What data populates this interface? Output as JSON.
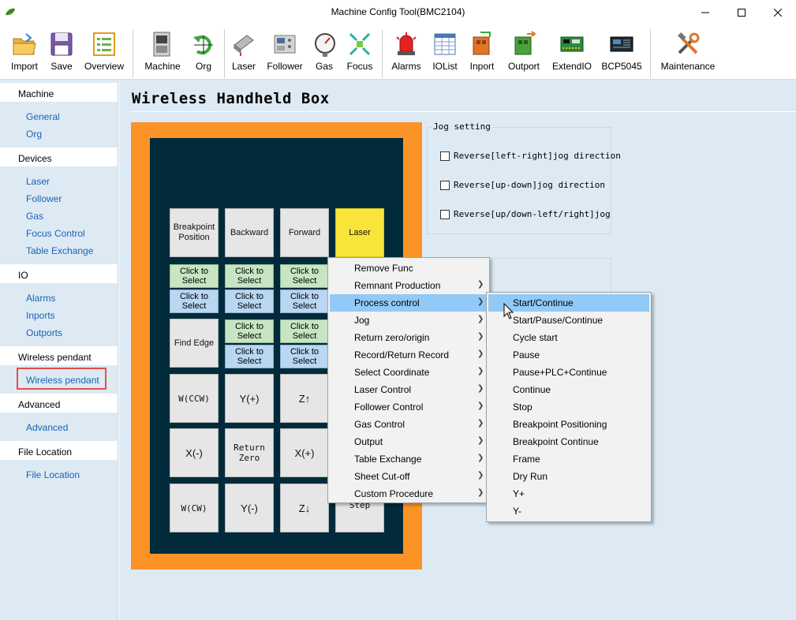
{
  "window": {
    "title": "Machine Config Tool(BMC2104)"
  },
  "toolbar": {
    "items": [
      {
        "label": "Import",
        "icon": "import-folder-icon"
      },
      {
        "label": "Save",
        "icon": "save-disk-icon"
      },
      {
        "label": "Overview",
        "icon": "overview-list-icon"
      },
      {
        "label": "Machine",
        "icon": "machine-icon"
      },
      {
        "label": "Org",
        "icon": "org-return-icon"
      },
      {
        "label": "Laser",
        "icon": "laser-icon"
      },
      {
        "label": "Follower",
        "icon": "follower-icon"
      },
      {
        "label": "Gas",
        "icon": "gas-gauge-icon"
      },
      {
        "label": "Focus",
        "icon": "focus-icon"
      },
      {
        "label": "Alarms",
        "icon": "alarm-light-icon"
      },
      {
        "label": "IOList",
        "icon": "iolist-table-icon"
      },
      {
        "label": "Inport",
        "icon": "inport-icon"
      },
      {
        "label": "Outport",
        "icon": "outport-icon"
      },
      {
        "label": "ExtendIO",
        "icon": "extendio-board-icon"
      },
      {
        "label": "BCP5045",
        "icon": "bcp5045-device-icon"
      },
      {
        "label": "Maintenance",
        "icon": "maintenance-tools-icon"
      }
    ]
  },
  "sidebar": {
    "sections": [
      {
        "title": "Machine",
        "items": [
          "General",
          "Org"
        ]
      },
      {
        "title": "Devices",
        "items": [
          "Laser",
          "Follower",
          "Gas",
          "Focus Control",
          "Table Exchange"
        ]
      },
      {
        "title": "IO",
        "items": [
          "Alarms",
          "Inports",
          "Outports"
        ]
      },
      {
        "title": "Wireless pendant",
        "items": [
          "Wireless pendant"
        ]
      },
      {
        "title": "Advanced",
        "items": [
          "Advanced"
        ]
      },
      {
        "title": "File Location",
        "items": [
          "File Location"
        ]
      }
    ],
    "active_item": "Wireless pendant"
  },
  "main": {
    "title": "Wireless Handheld Box",
    "keys": {
      "breakpoint": "Breakpoint Position",
      "backward": "Backward",
      "forward": "Forward",
      "laser": "Laser",
      "find_edge": "Find Edge",
      "w_ccw": "W(CCW)",
      "y_plus": "Y(+)",
      "z_up": "Z↑",
      "x_minus": "X(-)",
      "return_zero": "Return Zero",
      "x_plus": "X(+)",
      "w_cw": "W(CW)",
      "y_minus": "Y(-)",
      "z_down": "Z↓",
      "step": "Step"
    },
    "select_label": "Click to Select",
    "jog": {
      "title": "Jog setting",
      "options": [
        {
          "label": "Reverse[left-right]jog direction",
          "checked": false
        },
        {
          "label": "Reverse[up-down]jog direction",
          "checked": false
        },
        {
          "label": "Reverse[up/down-left/right]jog di",
          "checked": false
        }
      ]
    }
  },
  "context_menu": {
    "items": [
      {
        "label": "Remove Func",
        "submenu": false
      },
      {
        "label": "Remnant Production",
        "submenu": true
      },
      {
        "label": "Process control",
        "submenu": true,
        "highlighted": true
      },
      {
        "label": "Jog",
        "submenu": true
      },
      {
        "label": "Return zero/origin",
        "submenu": true
      },
      {
        "label": "Record/Return Record",
        "submenu": true
      },
      {
        "label": "Select Coordinate",
        "submenu": true
      },
      {
        "label": "Laser Control",
        "submenu": true
      },
      {
        "label": "Follower Control",
        "submenu": true
      },
      {
        "label": "Gas Control",
        "submenu": true
      },
      {
        "label": "Output",
        "submenu": true
      },
      {
        "label": "Table Exchange",
        "submenu": true
      },
      {
        "label": "Sheet Cut-off",
        "submenu": true
      },
      {
        "label": "Custom Procedure",
        "submenu": true
      }
    ],
    "submenu": [
      {
        "label": "Start/Continue",
        "highlighted": true
      },
      {
        "label": "Start/Pause/Continue"
      },
      {
        "label": "Cycle start"
      },
      {
        "label": "Pause"
      },
      {
        "label": "Pause+PLC+Continue"
      },
      {
        "label": "Continue"
      },
      {
        "label": "Stop"
      },
      {
        "label": "Breakpoint Positioning"
      },
      {
        "label": "Breakpoint Continue"
      },
      {
        "label": "Frame"
      },
      {
        "label": "Dry Run"
      },
      {
        "label": "Y+"
      },
      {
        "label": "Y-"
      }
    ]
  },
  "colors": {
    "sidebar_bg": "#ddeaf4",
    "link": "#1a63b3",
    "pendant_frame": "#fb9327",
    "pendant_body": "#012b3a",
    "laser_key": "#f9e43a",
    "menu_highlight": "#91c9f7",
    "active_outline": "#e74c4c"
  }
}
